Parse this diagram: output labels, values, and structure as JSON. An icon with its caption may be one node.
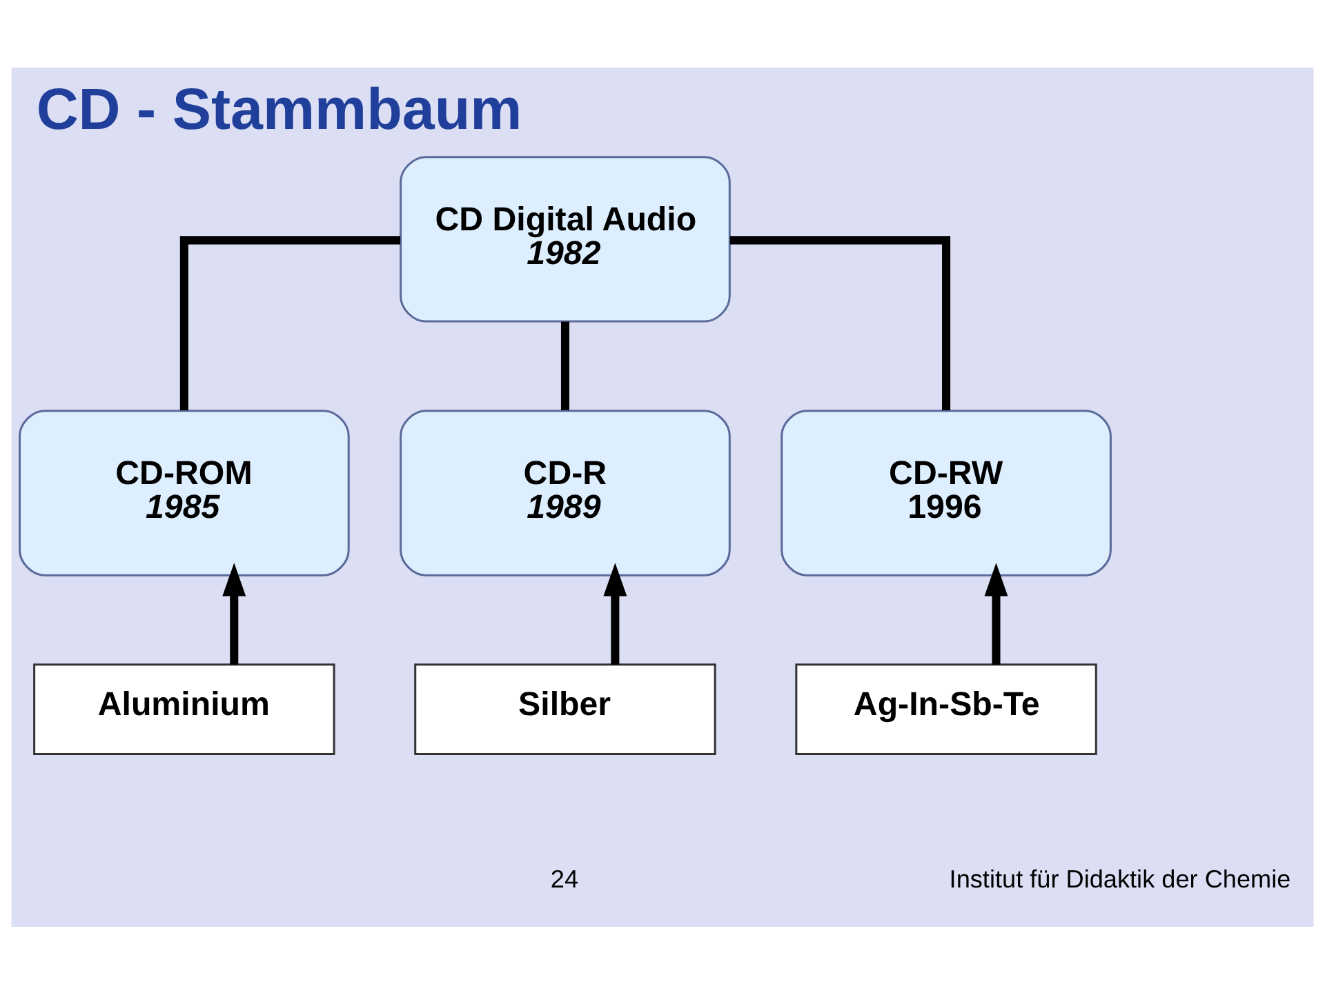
{
  "diagram": {
    "title": "CD - Stammbaum",
    "nodes": [
      {
        "text": [
          "CD Digital Audio",
          "1982"
        ]
      },
      {
        "text": [
          "CD-ROM",
          "1985"
        ]
      },
      {
        "text": [
          "CD-R",
          "1989"
        ]
      },
      {
        "text": [
          "CD-RW",
          "1996"
        ]
      },
      {
        "text": [
          "Aluminium"
        ]
      },
      {
        "text": [
          "Silber"
        ]
      },
      {
        "text": [
          "Ag-In-Sb-Te"
        ]
      }
    ],
    "edges": [
      {
        "from": 0,
        "to": 1,
        "arrow": "none"
      },
      {
        "from": 0,
        "to": 2,
        "arrow": "none"
      },
      {
        "from": 0,
        "to": 3,
        "arrow": "none"
      },
      {
        "from": 4,
        "to": 1,
        "arrow": "to"
      },
      {
        "from": 5,
        "to": 2,
        "arrow": "to"
      },
      {
        "from": 6,
        "to": 3,
        "arrow": "to"
      }
    ],
    "labels": [
      "24",
      "Institut für Didaktik der Chemie"
    ]
  }
}
